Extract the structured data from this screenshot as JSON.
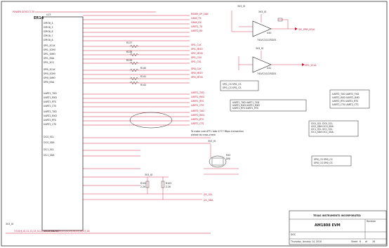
{
  "page": {
    "width": 554,
    "height": 353
  },
  "colors": {
    "wire": "#c8102e",
    "ink": "#222222",
    "frame": "#333333",
    "ic": "#1a1a1a",
    "highlight": "#0000aa"
  },
  "top_label": "POWER GOOD 3.3V",
  "ic_designator": "ER14",
  "ic_ref": "U13",
  "ic_part": "AM1808BZWT",
  "top_left_pins": [
    "GPIO8_4",
    "GPIO8_5",
    "GPIO8_6",
    "GPIO8_7",
    "GPIO8_8"
  ],
  "left_pins": [
    "SPI1_SCLK",
    "SPI1_SOMI",
    "SPI1_SIMO",
    "SPI1_ENA",
    "SPI1_SCS",
    "SPI0_SCLK",
    "SPI0_SOMI",
    "SPI0_SIMO",
    "SPI0_ENA",
    "UART1_TXD",
    "UART1_RXD",
    "UART1_RTS",
    "UART1_CTS",
    "UART2_TXD",
    "UART2_RXD",
    "UART2_RTS",
    "UART2_CTS",
    "I2C0_SCL",
    "I2C0_SDA",
    "I2C1_SCL",
    "I2C1_SDA"
  ],
  "right_nets": [
    "RS485_UP_CAN",
    "CAN0_TX",
    "CAN0_RX",
    "UART2_TX",
    "UART2_RX",
    "SPI1_CLK",
    "SPI1_MISO",
    "SPI1_MOSI",
    "SPI1_CS0",
    "SPI1_CS1",
    "SPI0_CLK",
    "SPI0_MISO",
    "SPI0_MOSI",
    "UART1_TXD",
    "UART1_RXD",
    "UART1_RTS",
    "UART1_CTS",
    "UART2_TXD",
    "UART2_RXD",
    "UART2_RTS",
    "UART2_CTS"
  ],
  "resistors": [
    "R137",
    "R138",
    "R139",
    "R140",
    "R141",
    "R142"
  ],
  "op_amps": [
    {
      "ref": "U40",
      "part": "74LVC1G125DCK",
      "net": "I2C_SPI0_SCLK"
    },
    {
      "ref": "U41",
      "part": "74LVC1G125DCK",
      "net": "SPI1_SCLK"
    }
  ],
  "power_labels": [
    "3V3_IO",
    "3V3_IO",
    "3V3_IO",
    "3V3_IO",
    "3V3_IO"
  ],
  "note_line_1": "To make sure ATTL take 4777 Mbps transaction",
  "note_line_2": "please do cross-check",
  "crystal": {
    "ref": "R43",
    "value": "DNI"
  },
  "pullups": [
    {
      "ref": "R102",
      "value": "2.2K"
    },
    {
      "ref": "R103",
      "value": "2.2K"
    }
  ],
  "bottom_nets": [
    "I2C_SCL",
    "I2C_SDA"
  ],
  "bottom_label": "3V3_IO",
  "bottom_bus_text": "3,5,8,9,10,11,12,13,14,15,16,17,18,19,20,21,22,23,24,25,26,27,28",
  "net_tables": [
    {
      "rows": [
        "SPI1_CS  SPI1_CS",
        "SPI1_CS  SPI1_CS"
      ]
    },
    {
      "rows": [
        "UART1_TXD  UART1_TXD",
        "UART1_RXD  UART1_RXD",
        "UART1_RTS  UART1_RTS"
      ]
    },
    {
      "rows": [
        "UART2_TXD  UART2_TXD",
        "UART2_RXD  UART2_RXD",
        "UART2_RTS  UART2_RTS",
        "UART2_CTS  UART2_CTS"
      ]
    },
    {
      "rows": [
        "I2C0_SCL  I2C0_SCL",
        "I2C0_SDA  I2C0_SDA",
        "I2C1_SCL  I2C1_SCL",
        "I2C1_SDA  I2C1_SDA"
      ]
    },
    {
      "rows": [
        "SPI0_CS  SPI0_CS",
        "SPI0_CS  SPI0_CS"
      ]
    }
  ],
  "title_block": {
    "company": "TEXAS INSTRUMENTS INCORPORATED",
    "title": "AM1808 EVM",
    "doc": "DOC",
    "revision": "Revision",
    "date": "Thursday, January 14, 2010",
    "sheet_label": "Sheet",
    "sheet": "6",
    "of_label": "of",
    "total": "16"
  },
  "bottom_left_label": "3V3_IO"
}
